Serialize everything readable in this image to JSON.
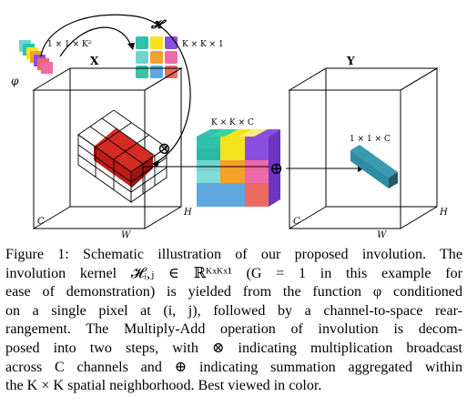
{
  "diagram": {
    "kernel_size_label": "1 × 1 × K²",
    "kernel_reshaped_label": "K × K × 1",
    "h_symbol": "𝓗",
    "phi_symbol": "φ",
    "input_label": "X",
    "output_label": "Y",
    "tensor_kkc_label": "K × K × C",
    "output_pixel_label": "1 × 1 × C",
    "c_label": "C",
    "w_label": "W",
    "h_label": "H",
    "multiply_symbol": "⊗",
    "sum_symbol": "⊕",
    "colors": {
      "red": "#e8201e",
      "teal": "#2e8da0",
      "dark_teal": "#235865",
      "kernel_palette": [
        "#2fc1ae",
        "#f5e31e",
        "#8a4fe0",
        "#ee6aa6",
        "#6fd4cf",
        "#f5a028",
        "#3cc3a7",
        "#5fa8de",
        "#ec6a60"
      ]
    }
  },
  "caption": {
    "lines": [
      "Figure 1: Schematic illustration of our proposed involution. The",
      "involution kernel 𝓗ᵢ,ⱼ ∈ ℝᴷˣᴷˣ¹ (G = 1 in this example for",
      "ease of demonstration) is yielded from the function φ conditioned",
      "on a single pixel at (i, j), followed by a channel-to-space rear-",
      "rangement. The Multiply-Add operation of involution is decom-",
      "posed into two steps, with ⊗ indicating multiplication broadcast",
      "across C channels and ⊕ indicating summation aggregated within",
      "the K × K spatial neighborhood. Best viewed in color."
    ]
  }
}
